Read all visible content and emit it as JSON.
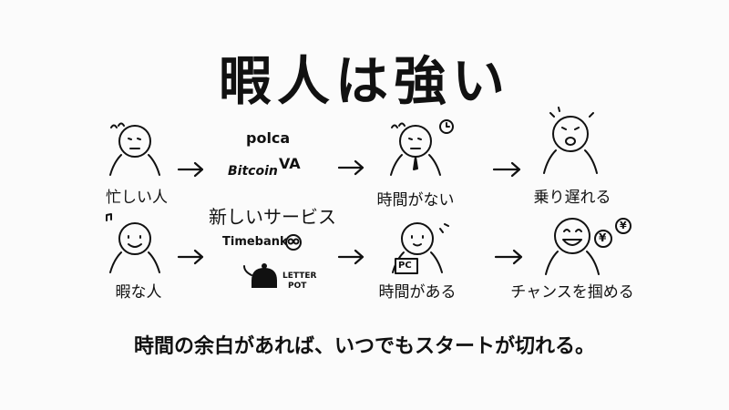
{
  "title": "暇人は強い",
  "rows": {
    "top": {
      "person": "忙しい人",
      "middle": "時間がない",
      "result": "乗り遅れる"
    },
    "bottom": {
      "person": "暇な人",
      "middle": "時間がある",
      "result": "チャンスを掴める"
    }
  },
  "services": {
    "polca": "polca",
    "bitcoin": "Bitcoin",
    "va": "VA",
    "heading": "新しいサービス",
    "timebank": "Timebank",
    "letterpot_1": "LETTER",
    "letterpot_2": "POT"
  },
  "badges": {
    "pc": "PC",
    "yen": "¥"
  },
  "footer": "時間の余白があれば、いつでもスタートが切れる。"
}
